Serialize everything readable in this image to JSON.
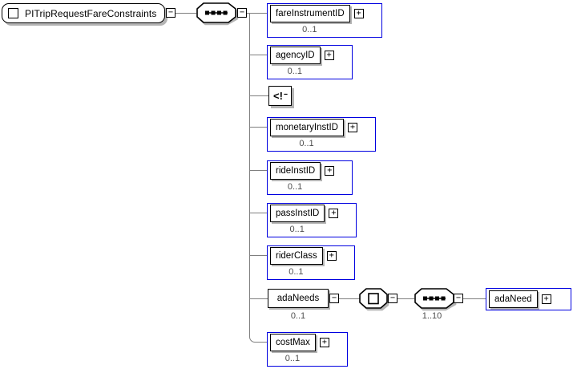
{
  "diagram": {
    "root": {
      "label": "PITripRequestFareConstraints",
      "icon": "element-icon",
      "toggle": "−"
    },
    "root_sequence": {
      "icon": "sequence-icon",
      "toggle": "−"
    },
    "children": [
      {
        "kind": "element",
        "name": "fareInstrumentID",
        "cardinality": "0..1",
        "toggle": "+"
      },
      {
        "kind": "element",
        "name": "agencyID",
        "cardinality": "0..1",
        "toggle": "+"
      },
      {
        "kind": "comment",
        "label_open": "<!",
        "label_dashes": "--"
      },
      {
        "kind": "element",
        "name": "monetaryInstID",
        "cardinality": "0..1",
        "toggle": "+"
      },
      {
        "kind": "element",
        "name": "rideInstID",
        "cardinality": "0..1",
        "toggle": "+"
      },
      {
        "kind": "element",
        "name": "passInstID",
        "cardinality": "0..1",
        "toggle": "+"
      },
      {
        "kind": "element",
        "name": "riderClass",
        "cardinality": "0..1",
        "toggle": "+"
      },
      {
        "kind": "element",
        "name": "adaNeeds",
        "cardinality": "0..1",
        "toggle": "−",
        "expansion": {
          "indicator_icon": "complex-content-icon",
          "indicator_toggle": "−",
          "sequence_icon": "sequence-icon",
          "sequence_toggle": "−",
          "sequence_cardinality": "1..10",
          "element": {
            "name": "adaNeed",
            "toggle": "+"
          }
        }
      },
      {
        "kind": "element",
        "name": "costMax",
        "cardinality": "0..1",
        "toggle": "+"
      }
    ],
    "colors": {
      "frame_blue": "#0000e0",
      "line_gray": "#7f7f7f",
      "shadow_gray": "#b4b4b4"
    }
  }
}
